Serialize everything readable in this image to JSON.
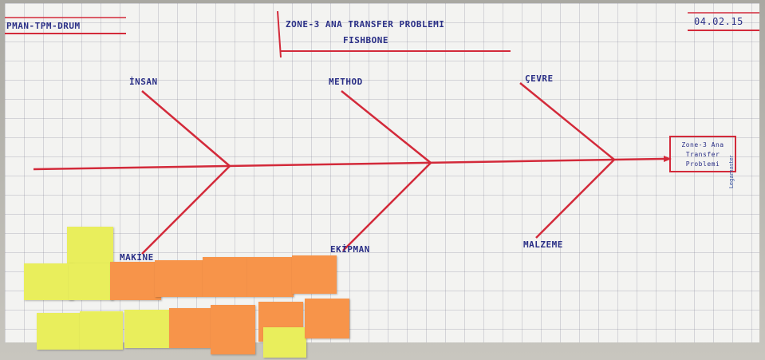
{
  "header": {
    "left": "PMAN-TPM-DRUM",
    "title_line1": "ZONE-3 ANA TRANSFER PROBLEMI",
    "title_line2": "FISHBONE",
    "date": "04.02.15"
  },
  "bones": {
    "top1": "İNSAN",
    "top2": "METHOD",
    "top3": "ÇEVRE",
    "bottom1": "MAKİNE",
    "bottom2": "EKİPMAN",
    "bottom3": "MALZEME"
  },
  "head": {
    "line1": "Zone-3 Ana",
    "line2": "Transfer",
    "line3": "Problemi"
  },
  "brand": "Legamaster",
  "colors": {
    "red_ink": "#d32a3a",
    "blue_ink": "#2a2f86",
    "yellow_note": "#e9ee5c",
    "orange_note": "#f7944a"
  }
}
